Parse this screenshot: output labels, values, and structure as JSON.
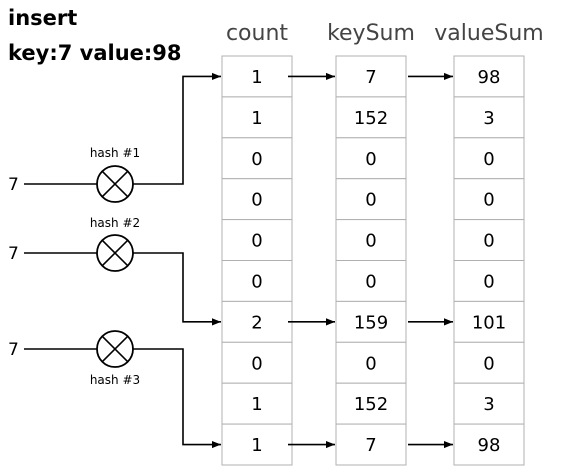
{
  "operation": {
    "title": "insert",
    "subtitle": "key:7 value:98"
  },
  "columns": [
    {
      "name": "count",
      "values": [
        "1",
        "1",
        "0",
        "0",
        "0",
        "0",
        "2",
        "0",
        "1",
        "1"
      ]
    },
    {
      "name": "keySum",
      "values": [
        "7",
        "152",
        "0",
        "0",
        "0",
        "0",
        "159",
        "0",
        "152",
        "7"
      ]
    },
    {
      "name": "valueSum",
      "values": [
        "98",
        "3",
        "0",
        "0",
        "0",
        "0",
        "101",
        "0",
        "3",
        "98"
      ]
    }
  ],
  "hashes": [
    {
      "label": "hash #1",
      "input": "7",
      "target_row": 0
    },
    {
      "label": "hash #2",
      "input": "7",
      "target_row": 6
    },
    {
      "label": "hash #3",
      "input": "7",
      "target_row": 9
    }
  ],
  "icons": {
    "hash_node": "circled-x-icon",
    "arrow": "arrow-right-icon"
  },
  "colors": {
    "cell_border": "#b0b0b0",
    "header_text": "#444444",
    "line": "#000000"
  }
}
